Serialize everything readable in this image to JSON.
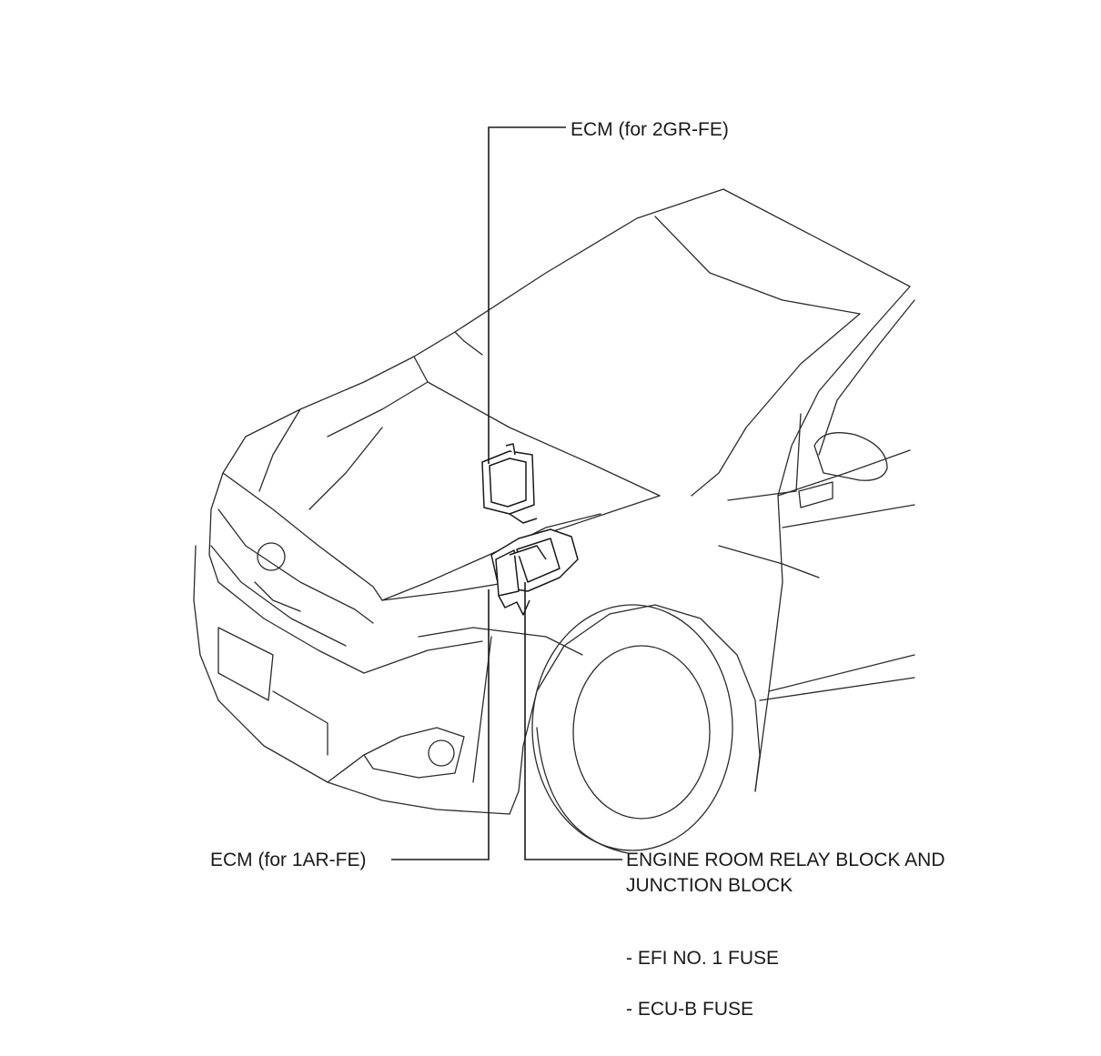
{
  "labels": {
    "ecm_2gr": "ECM (for 2GR-FE)",
    "ecm_1ar": "ECM (for 1AR-FE)",
    "relay_block_line1": "ENGINE ROOM RELAY BLOCK AND",
    "relay_block_line2": "JUNCTION BLOCK"
  },
  "fuses": [
    "- EFI NO. 1 FUSE",
    "- ECU-B FUSE"
  ],
  "colors": {
    "line": "#1a1a1a",
    "background": "#ffffff"
  }
}
